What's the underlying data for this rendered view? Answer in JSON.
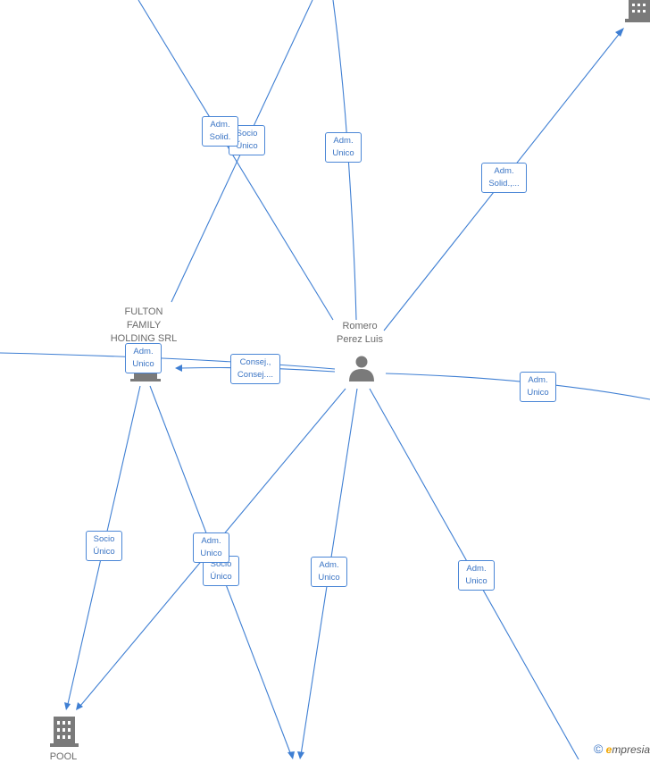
{
  "nodes": {
    "center_person": {
      "name_line1": "Romero",
      "name_line2": "Perez Luis"
    },
    "fulton": {
      "name_line1": "FULTON",
      "name_line2": "FAMILY",
      "name_line3": "HOLDING SRL"
    },
    "pool": {
      "name": "POOL"
    }
  },
  "edge_labels": {
    "top_left_adm": {
      "l1": "Adm.",
      "l2": "Solid."
    },
    "top_left_socio": {
      "l1": "Socio",
      "l2": "Único"
    },
    "top_center_adm": {
      "l1": "Adm.",
      "l2": "Unico"
    },
    "top_right_adm": {
      "l1": "Adm.",
      "l2": "Solid.,..."
    },
    "fulton_adm": {
      "l1": "Adm.",
      "l2": "Unico"
    },
    "consej": {
      "l1": "Consej.,",
      "l2": "Consej...."
    },
    "right_adm": {
      "l1": "Adm.",
      "l2": "Unico"
    },
    "left_socio": {
      "l1": "Socio",
      "l2": "Único"
    },
    "mid_adm": {
      "l1": "Adm.",
      "l2": "Unico"
    },
    "mid_socio": {
      "l1": "Socio",
      "l2": "Único"
    },
    "lower_adm": {
      "l1": "Adm.",
      "l2": "Unico"
    },
    "lower_right_adm": {
      "l1": "Adm.",
      "l2": "Unico"
    }
  },
  "watermark": {
    "copyright": "©",
    "brand_e": "e",
    "brand_rest": "mpresia"
  },
  "colors": {
    "edge": "#3f7fd3",
    "label_text": "#3a74c4",
    "icon": "#7a7a7a"
  },
  "icons": {
    "person": "person-icon",
    "company": "building-icon"
  }
}
